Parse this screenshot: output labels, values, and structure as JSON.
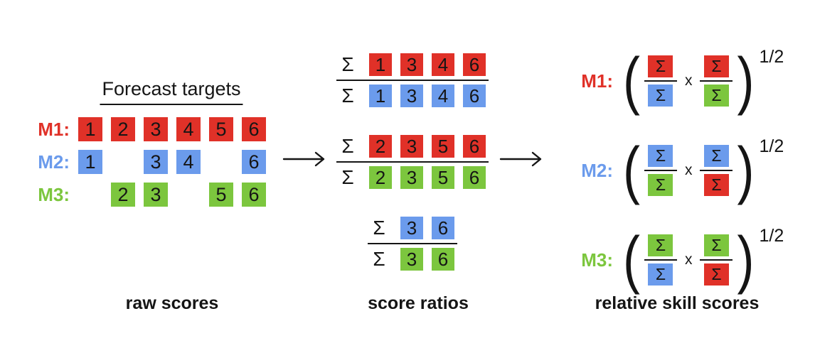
{
  "colors": {
    "red": "#E03128",
    "blue": "#6B9BEC",
    "green": "#7CC63E",
    "text": "#151515"
  },
  "left_panel": {
    "title": "Forecast targets",
    "caption": "raw scores",
    "rows": [
      {
        "label": "M1:",
        "color": "red",
        "cells": [
          "1",
          "2",
          "3",
          "4",
          "5",
          "6"
        ]
      },
      {
        "label": "M2:",
        "color": "blue",
        "cells": [
          "1",
          "",
          "3",
          "4",
          "",
          "6"
        ]
      },
      {
        "label": "M3:",
        "color": "green",
        "cells": [
          "",
          "2",
          "3",
          "",
          "5",
          "6"
        ]
      }
    ]
  },
  "middle_panel": {
    "caption": "score ratios",
    "sigma": "Σ",
    "fractions": [
      {
        "numerator": {
          "color": "red",
          "cells": [
            "1",
            "3",
            "4",
            "6"
          ]
        },
        "denominator": {
          "color": "blue",
          "cells": [
            "1",
            "3",
            "4",
            "6"
          ]
        }
      },
      {
        "numerator": {
          "color": "red",
          "cells": [
            "2",
            "3",
            "5",
            "6"
          ]
        },
        "denominator": {
          "color": "green",
          "cells": [
            "2",
            "3",
            "5",
            "6"
          ]
        }
      },
      {
        "numerator": {
          "color": "blue",
          "cells": [
            "3",
            "6"
          ]
        },
        "denominator": {
          "color": "green",
          "cells": [
            "3",
            "6"
          ]
        }
      }
    ]
  },
  "right_panel": {
    "caption": "relative skill scores",
    "sigma": "Σ",
    "multiply": "x",
    "exponent": "1/2",
    "open_paren": "(",
    "close_paren": ")",
    "rows": [
      {
        "label": "M1:",
        "color": "red",
        "factors": [
          {
            "num": "red",
            "den": "blue"
          },
          {
            "num": "red",
            "den": "green"
          }
        ]
      },
      {
        "label": "M2:",
        "color": "blue",
        "factors": [
          {
            "num": "blue",
            "den": "green"
          },
          {
            "num": "blue",
            "den": "red"
          }
        ]
      },
      {
        "label": "M3:",
        "color": "green",
        "factors": [
          {
            "num": "green",
            "den": "blue"
          },
          {
            "num": "green",
            "den": "red"
          }
        ]
      }
    ]
  }
}
